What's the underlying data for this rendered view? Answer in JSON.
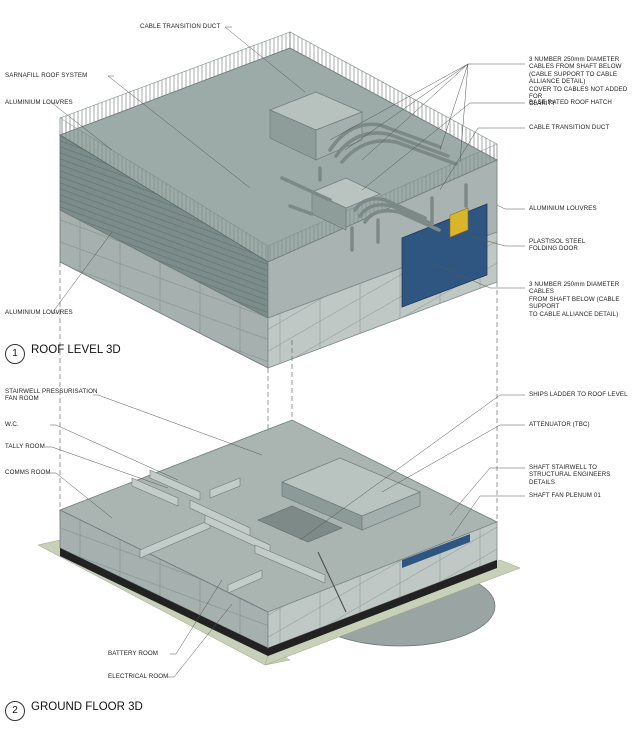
{
  "views": [
    {
      "number": "1",
      "title": "ROOF LEVEL 3D",
      "labels": [
        {
          "id": "cable-transition-duct-top",
          "text": "CABLE TRANSITION DUCT"
        },
        {
          "id": "sarnafill-roof-system",
          "text": "SARNAFILL ROOF SYSTEM"
        },
        {
          "id": "aluminium-louvres-left-top",
          "text": "ALUMINIUM LOUVRES"
        },
        {
          "id": "cables-250mm-top",
          "text": "3 NUMBER 250mm DIAMETER\nCABLES FROM SHAFT BELOW\n(CABLE SUPPORT TO CABLE\nALLIANCE DETAIL)\nCOVER TO CABLES NOT ADDED FOR\nCLARITY"
        },
        {
          "id": "base-rated-roof-hatch",
          "text": "BASE RATED ROOF HATCH"
        },
        {
          "id": "cable-transition-duct-right",
          "text": "CABLE TRANSITION DUCT"
        },
        {
          "id": "aluminium-louvres-right",
          "text": "ALUMINIUM LOUVRES"
        },
        {
          "id": "plastisol-steel-folding-door",
          "text": "PLASTISOL STEEL\nFOLDING DOOR"
        },
        {
          "id": "cables-250mm-bottom",
          "text": "3 NUMBER 250mm DIAMETER CABLES\nFROM SHAFT BELOW (CABLE SUPPORT\nTO CABLE ALLIANCE DETAIL)"
        },
        {
          "id": "aluminium-louvres-left-bottom",
          "text": "ALUMINIUM LOUVRES"
        }
      ]
    },
    {
      "number": "2",
      "title": "GROUND FLOOR 3D",
      "labels": [
        {
          "id": "stairwell-pressurisation-fan-room",
          "text": "STAIRWELL PRESSURISATION\nFAN ROOM"
        },
        {
          "id": "wc",
          "text": "W.C."
        },
        {
          "id": "tally-room",
          "text": "TALLY ROOM"
        },
        {
          "id": "comms-room",
          "text": "COMMS ROOM"
        },
        {
          "id": "ships-ladder",
          "text": "SHIPS LADDER TO ROOF LEVEL"
        },
        {
          "id": "attenuator",
          "text": "ATTENUATOR (TBC)"
        },
        {
          "id": "shaft-stairwell",
          "text": "SHAFT STAIRWELL TO\nSTRUCTURAL ENGINEERS\nDETAILS"
        },
        {
          "id": "shaft-fan-plenum",
          "text": "SHAFT FAN PLENUM 01"
        },
        {
          "id": "battery-room",
          "text": "BATTERY ROOM"
        },
        {
          "id": "electrical-room",
          "text": "ELECTRICAL ROOM"
        }
      ]
    }
  ],
  "colors": {
    "roof": "#9aa9a6",
    "roof_light": "#b4c0bd",
    "wall_left": "#7f908e",
    "wall_right": "#a9b4b2",
    "plinth_left": "#a7b1af",
    "plinth_right": "#c2cac8",
    "door": "#2f5680",
    "hatch": "#d9b52b",
    "ground": "#c8d0b8",
    "leader": "#555555"
  }
}
